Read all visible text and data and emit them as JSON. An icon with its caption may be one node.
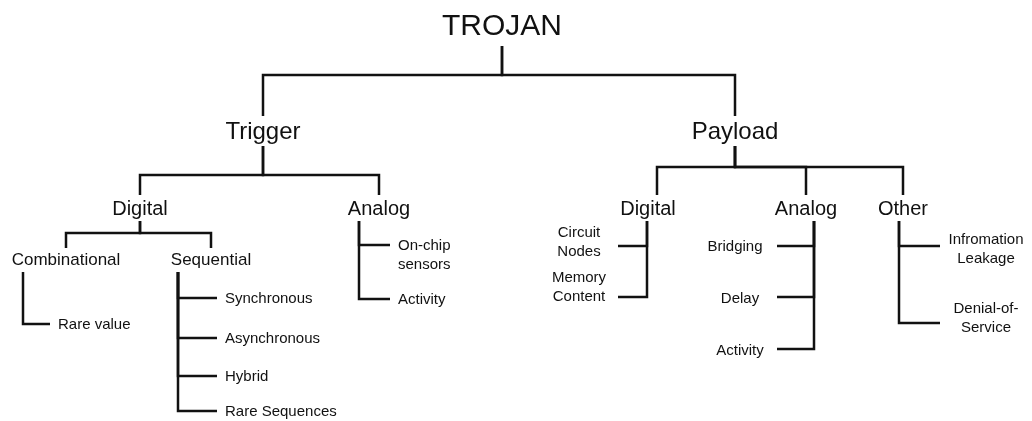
{
  "diagram": {
    "nodes": [
      {
        "text": [
          "TROJAN"
        ]
      },
      {
        "text": [
          "Trigger"
        ]
      },
      {
        "text": [
          "Payload"
        ]
      },
      {
        "text": [
          "Digital"
        ]
      },
      {
        "text": [
          "Analog"
        ]
      },
      {
        "text": [
          "Combinational"
        ]
      },
      {
        "text": [
          "Sequential"
        ]
      },
      {
        "text": [
          "Rare value"
        ]
      },
      {
        "text": [
          "Synchronous"
        ]
      },
      {
        "text": [
          "Asynchronous"
        ]
      },
      {
        "text": [
          "Hybrid"
        ]
      },
      {
        "text": [
          "Rare Sequences"
        ]
      },
      {
        "text": [
          "On-chip sensors"
        ]
      },
      {
        "text": [
          "Activity"
        ]
      },
      {
        "text": [
          "Digital"
        ]
      },
      {
        "text": [
          "Analog"
        ]
      },
      {
        "text": [
          "Other"
        ]
      },
      {
        "text": [
          "Circuit Nodes"
        ]
      },
      {
        "text": [
          "Memory Content"
        ]
      },
      {
        "text": [
          "Bridging"
        ]
      },
      {
        "text": [
          "Delay"
        ]
      },
      {
        "text": [
          "Activity"
        ]
      },
      {
        "text": [
          "Infromation Leakage"
        ]
      },
      {
        "text": [
          "Denial-of-Service"
        ]
      }
    ],
    "edges": [
      {
        "from": 0,
        "to": 1,
        "arrow": "none"
      },
      {
        "from": 0,
        "to": 2,
        "arrow": "none"
      },
      {
        "from": 1,
        "to": 3,
        "arrow": "none"
      },
      {
        "from": 1,
        "to": 4,
        "arrow": "none"
      },
      {
        "from": 2,
        "to": 14,
        "arrow": "none"
      },
      {
        "from": 2,
        "to": 15,
        "arrow": "none"
      },
      {
        "from": 2,
        "to": 16,
        "arrow": "none"
      },
      {
        "from": 3,
        "to": 5,
        "arrow": "none"
      },
      {
        "from": 3,
        "to": 6,
        "arrow": "none"
      },
      {
        "from": 5,
        "to": 7,
        "arrow": "none"
      },
      {
        "from": 6,
        "to": 8,
        "arrow": "none"
      },
      {
        "from": 6,
        "to": 9,
        "arrow": "none"
      },
      {
        "from": 6,
        "to": 10,
        "arrow": "none"
      },
      {
        "from": 6,
        "to": 11,
        "arrow": "none"
      },
      {
        "from": 4,
        "to": 12,
        "arrow": "none"
      },
      {
        "from": 4,
        "to": 13,
        "arrow": "none"
      },
      {
        "from": 14,
        "to": 17,
        "arrow": "none"
      },
      {
        "from": 14,
        "to": 18,
        "arrow": "none"
      },
      {
        "from": 15,
        "to": 19,
        "arrow": "none"
      },
      {
        "from": 15,
        "to": 20,
        "arrow": "none"
      },
      {
        "from": 15,
        "to": 21,
        "arrow": "none"
      },
      {
        "from": 16,
        "to": 22,
        "arrow": "none"
      },
      {
        "from": 16,
        "to": 23,
        "arrow": "none"
      }
    ]
  }
}
